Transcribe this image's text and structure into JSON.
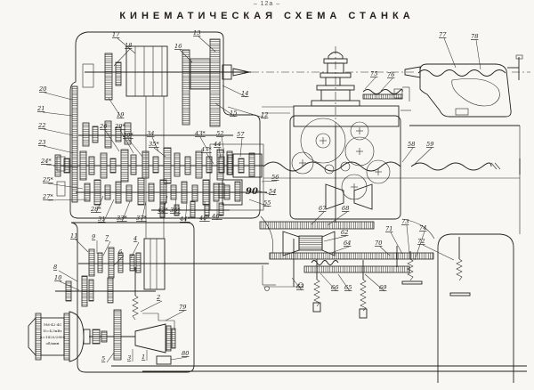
{
  "page": {
    "number": "– 12а –",
    "title": "КИНЕМАТИЧЕСКАЯ СХЕМА СТАНКА"
  },
  "colors": {
    "ink": "#24231e",
    "paper": "#f8f7f3"
  },
  "motor": {
    "lines": [
      "ЭМ-42-4С",
      "N=4,5кВт",
      "n=1420/2800",
      "об/мин"
    ]
  },
  "annotations": {
    "gear_ratio_90": "90"
  },
  "labels": [
    [
      "17",
      126,
      41,
      152,
      60
    ],
    [
      "18",
      140,
      53,
      128,
      74
    ],
    [
      "13",
      217,
      39,
      242,
      58
    ],
    [
      "16",
      196,
      54,
      216,
      70
    ],
    [
      "14",
      271,
      107,
      250,
      96
    ],
    [
      "15",
      258,
      129,
      242,
      116
    ],
    [
      "12",
      293,
      131,
      256,
      120
    ],
    [
      "19",
      131,
      131,
      122,
      110
    ],
    [
      "20",
      44,
      102,
      81,
      112
    ],
    [
      "21",
      42,
      124,
      81,
      130
    ],
    [
      "22",
      43,
      143,
      82,
      152
    ],
    [
      "23",
      43,
      162,
      83,
      172
    ],
    [
      "24*",
      46,
      183,
      88,
      188
    ],
    [
      "25*",
      48,
      204,
      93,
      212
    ],
    [
      "27*",
      48,
      223,
      98,
      224
    ],
    [
      "26",
      112,
      144,
      134,
      170
    ],
    [
      "29*",
      129,
      144,
      150,
      172
    ],
    [
      "30*",
      138,
      154,
      160,
      176
    ],
    [
      "34",
      165,
      152,
      178,
      170
    ],
    [
      "35*",
      167,
      164,
      186,
      176
    ],
    [
      "43*",
      219,
      152,
      234,
      170
    ],
    [
      "44",
      240,
      164,
      248,
      178
    ],
    [
      "47*",
      226,
      170,
      240,
      184
    ],
    [
      "52",
      243,
      152,
      252,
      172
    ],
    [
      "57",
      266,
      153,
      270,
      176
    ],
    [
      "56",
      305,
      201,
      294,
      204
    ],
    [
      "54",
      302,
      217,
      288,
      214
    ],
    [
      "55",
      296,
      230,
      280,
      224
    ],
    [
      "58",
      458,
      164,
      452,
      182
    ],
    [
      "59",
      479,
      164,
      464,
      186
    ],
    [
      "75",
      416,
      85,
      410,
      100
    ],
    [
      "76",
      435,
      86,
      428,
      102
    ],
    [
      "77",
      493,
      41,
      512,
      76
    ],
    [
      "78",
      529,
      43,
      540,
      78
    ],
    [
      "28*",
      102,
      237,
      116,
      220
    ],
    [
      "31",
      110,
      248,
      128,
      224
    ],
    [
      "33*",
      131,
      247,
      146,
      226
    ],
    [
      "37*",
      153,
      247,
      164,
      226
    ],
    [
      "42*",
      177,
      238,
      188,
      220
    ],
    [
      "36*",
      191,
      238,
      198,
      220
    ],
    [
      "44*",
      202,
      248,
      210,
      228
    ],
    [
      "40*",
      224,
      247,
      230,
      226
    ],
    [
      "46*",
      238,
      245,
      244,
      226
    ],
    [
      "67",
      358,
      236,
      350,
      252
    ],
    [
      "68",
      384,
      236,
      368,
      253
    ],
    [
      "62",
      383,
      263,
      364,
      271
    ],
    [
      "64",
      386,
      275,
      372,
      284
    ],
    [
      "70",
      421,
      275,
      438,
      287
    ],
    [
      "71",
      433,
      259,
      452,
      285
    ],
    [
      "73",
      451,
      251,
      460,
      284
    ],
    [
      "74",
      471,
      258,
      466,
      292
    ],
    [
      "72",
      469,
      273,
      510,
      292
    ],
    [
      "63",
      333,
      324,
      328,
      312
    ],
    [
      "66",
      372,
      325,
      360,
      307
    ],
    [
      "65",
      387,
      325,
      380,
      308
    ],
    [
      "69",
      426,
      325,
      410,
      308
    ],
    [
      "11",
      79,
      267,
      99,
      283
    ],
    [
      "9",
      103,
      268,
      109,
      285
    ],
    [
      "7",
      118,
      269,
      116,
      287
    ],
    [
      "4",
      150,
      270,
      147,
      290
    ],
    [
      "6",
      133,
      285,
      127,
      299
    ],
    [
      "8",
      60,
      302,
      87,
      316
    ],
    [
      "10",
      61,
      314,
      89,
      326
    ],
    [
      "2",
      176,
      336,
      158,
      350
    ],
    [
      "79",
      201,
      347,
      186,
      360
    ],
    [
      "80",
      204,
      399,
      192,
      404
    ],
    [
      "5",
      114,
      405,
      128,
      396
    ],
    [
      "3",
      143,
      404,
      149,
      392
    ],
    [
      "1",
      159,
      403,
      165,
      393
    ]
  ]
}
